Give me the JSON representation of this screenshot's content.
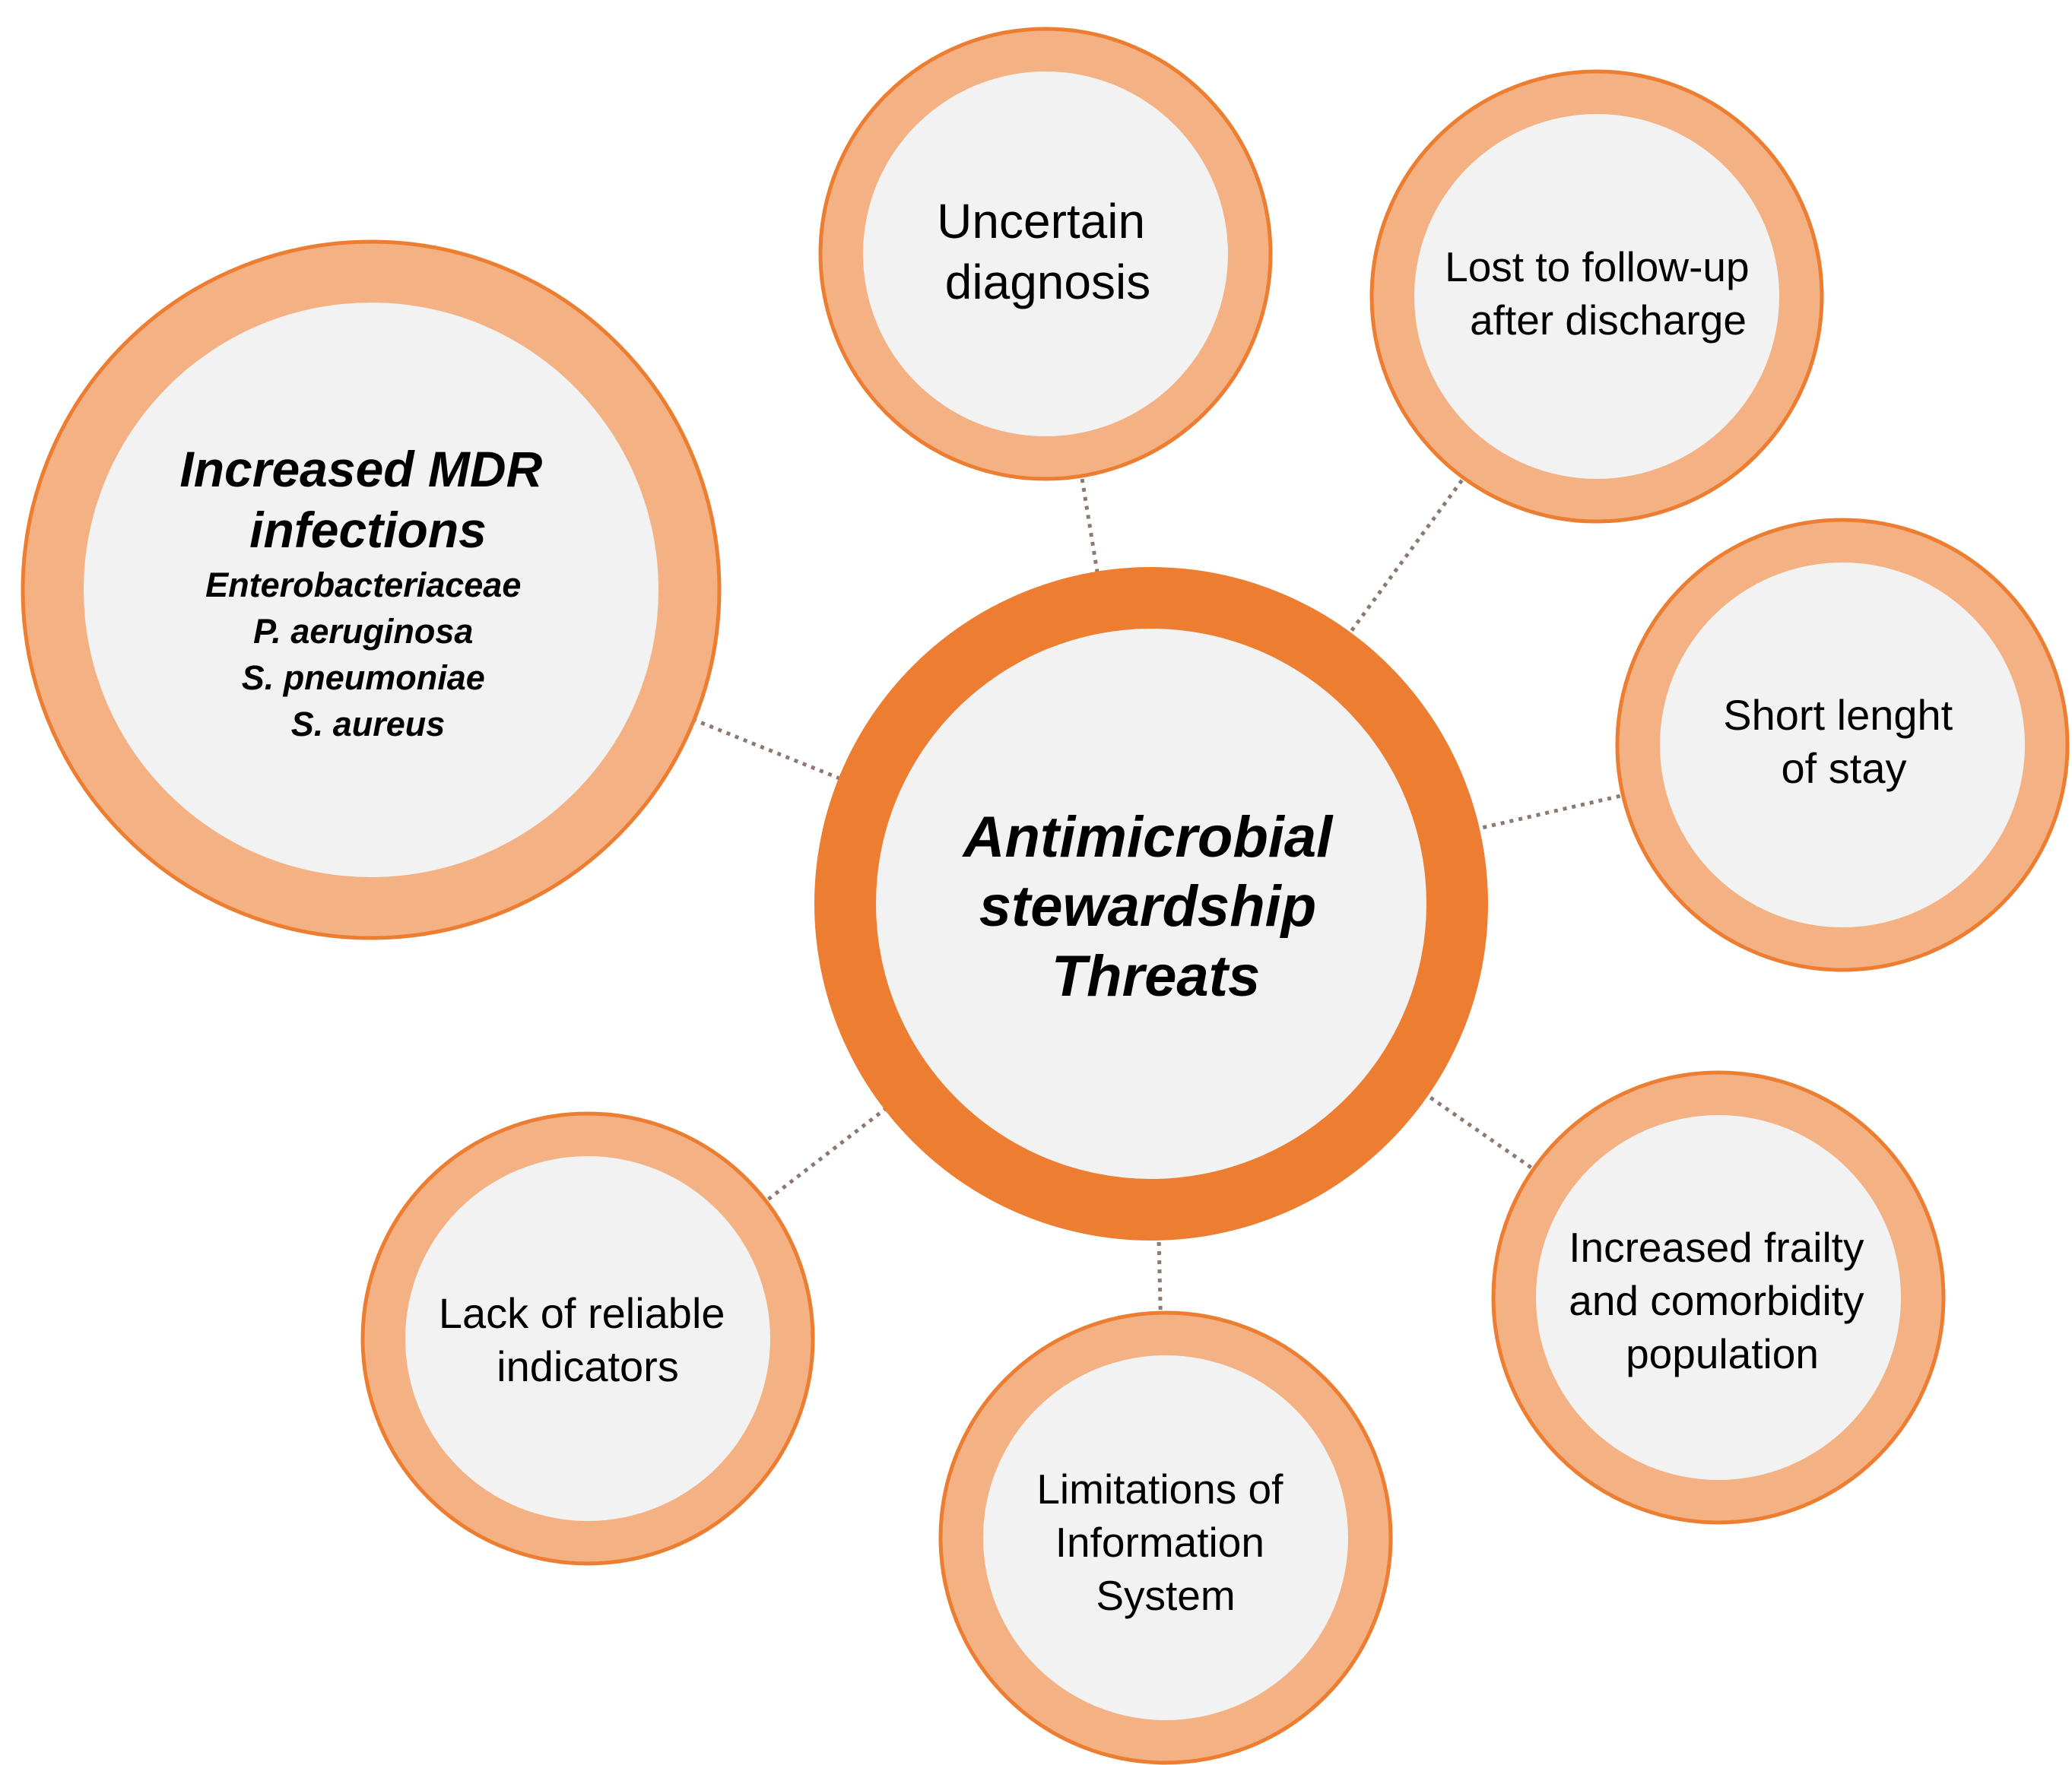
{
  "colors": {
    "ring_center": "#ED7D31",
    "ring_satellite": "#F4B183",
    "ring_border": "#ED7D31",
    "inner_fill": "#F2F2F2",
    "connector": "#8C7A70"
  },
  "center": {
    "lines": [
      "Antimicrobial",
      "stewardship",
      "Threats"
    ]
  },
  "mdr": {
    "title_lines": [
      "Increased MDR",
      "infections"
    ],
    "species": [
      "Enterobacteriaceae",
      "P. aeruginosa",
      "S. pneumoniae",
      "S. aureus"
    ]
  },
  "satellites": [
    {
      "id": "uncertain",
      "lines": [
        "Uncertain",
        "diagnosis"
      ]
    },
    {
      "id": "followup",
      "lines": [
        "Lost to follow-up",
        "after discharge"
      ]
    },
    {
      "id": "stay",
      "lines": [
        "Short lenght",
        "of stay"
      ]
    },
    {
      "id": "frailty",
      "lines": [
        "Increased frailty",
        "and comorbidity",
        "population"
      ]
    },
    {
      "id": "infosys",
      "lines": [
        "Limitations of",
        "Information",
        "System"
      ]
    },
    {
      "id": "indicators",
      "lines": [
        "Lack of reliable",
        "indicators"
      ]
    }
  ]
}
